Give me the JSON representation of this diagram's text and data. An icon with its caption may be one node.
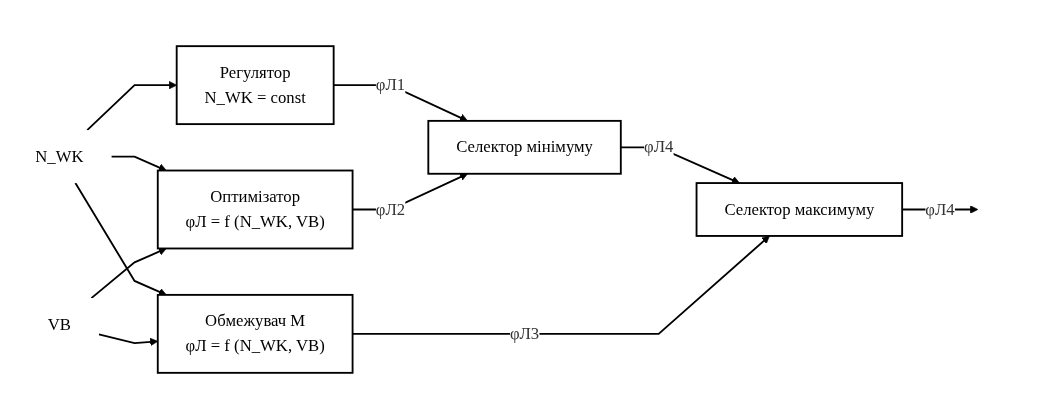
{
  "diagram": {
    "nodes": [
      {
        "text": [
          "N_WK"
        ]
      },
      {
        "text": [
          "Регулятор",
          "N_WK = const"
        ]
      },
      {
        "text": [
          "VВ"
        ]
      },
      {
        "text": [
          "Оптимізатор",
          "φЛ = f (N_WK, VВ)"
        ]
      },
      {
        "text": [
          "Обмежувач М",
          "φЛ = f (N_WK, VВ)"
        ]
      },
      {
        "text": [
          "Селектор мінімуму"
        ]
      },
      {
        "text": [
          "Селектор максимуму"
        ]
      }
    ],
    "edges": [
      {
        "from": 0,
        "to": 1,
        "arrow": "to"
      },
      {
        "from": 0,
        "to": 3,
        "arrow": "to"
      },
      {
        "from": 0,
        "to": 4,
        "arrow": "to"
      },
      {
        "from": 2,
        "to": 3,
        "arrow": "to"
      },
      {
        "from": 2,
        "to": 4,
        "arrow": "to"
      },
      {
        "from": 1,
        "to": 5,
        "label": "φЛ1",
        "arrow": "to"
      },
      {
        "from": 3,
        "to": 5,
        "label": "φЛ2",
        "arrow": "to"
      },
      {
        "from": 5,
        "to": 6,
        "label": "φЛ4",
        "arrow": "to"
      },
      {
        "from": 4,
        "to": 6,
        "label": "φЛ3",
        "arrow": "to"
      },
      {
        "from": 6,
        "to": null,
        "label": "φЛ4",
        "arrow": "to"
      }
    ]
  }
}
